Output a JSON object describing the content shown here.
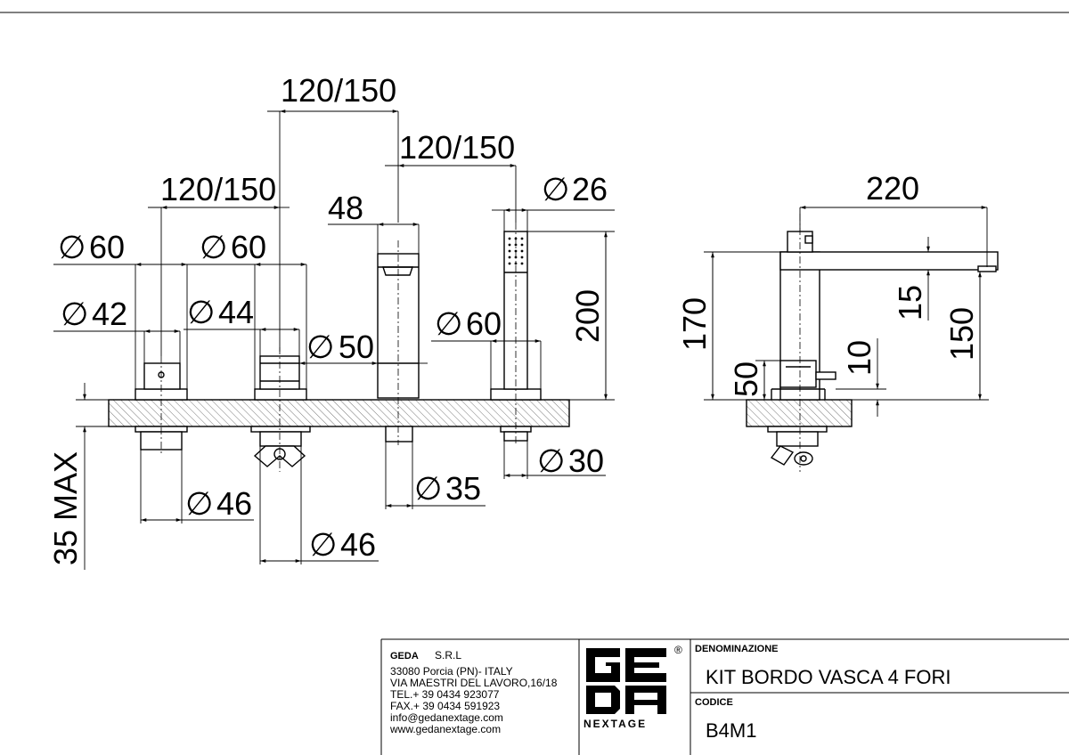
{
  "front_view": {
    "dims_top": {
      "d1": "120/150",
      "d2": "120/150",
      "d3": "120/150",
      "spout_width": "48",
      "shower_dia": "26"
    },
    "dims_left": {
      "d60_left": "60",
      "d60_mid": "60",
      "d42": "42",
      "d44": "44",
      "d50": "50",
      "d60_right": "60",
      "h200": "200"
    },
    "dims_bottom": {
      "d46_left": "46",
      "d46_mid": "46",
      "d35": "35",
      "d30": "30",
      "thickness": "35 MAX"
    }
  },
  "side_view": {
    "length": "220",
    "h170": "170",
    "h150": "150",
    "h15": "15",
    "h10": "10",
    "h50": "50"
  },
  "title_block": {
    "company": "GEDA",
    "company_suffix": "S.R.L",
    "address_lines": [
      "33080  Porcia (PN)- ITALY",
      "VIA MAESTRI DEL LAVORO,16/18",
      "TEL.+ 39 0434 923077",
      "FAX.+ 39 0434 591923",
      "info@gedanextage.com",
      "www.gedanextage.com"
    ],
    "logo_word": "NEXTAGE",
    "registered": "®",
    "denominazione_label": "DENOMINAZIONE",
    "denominazione_value": "KIT BORDO VASCA 4 FORI",
    "codice_label": "CODICE",
    "codice_value": "B4M1"
  }
}
